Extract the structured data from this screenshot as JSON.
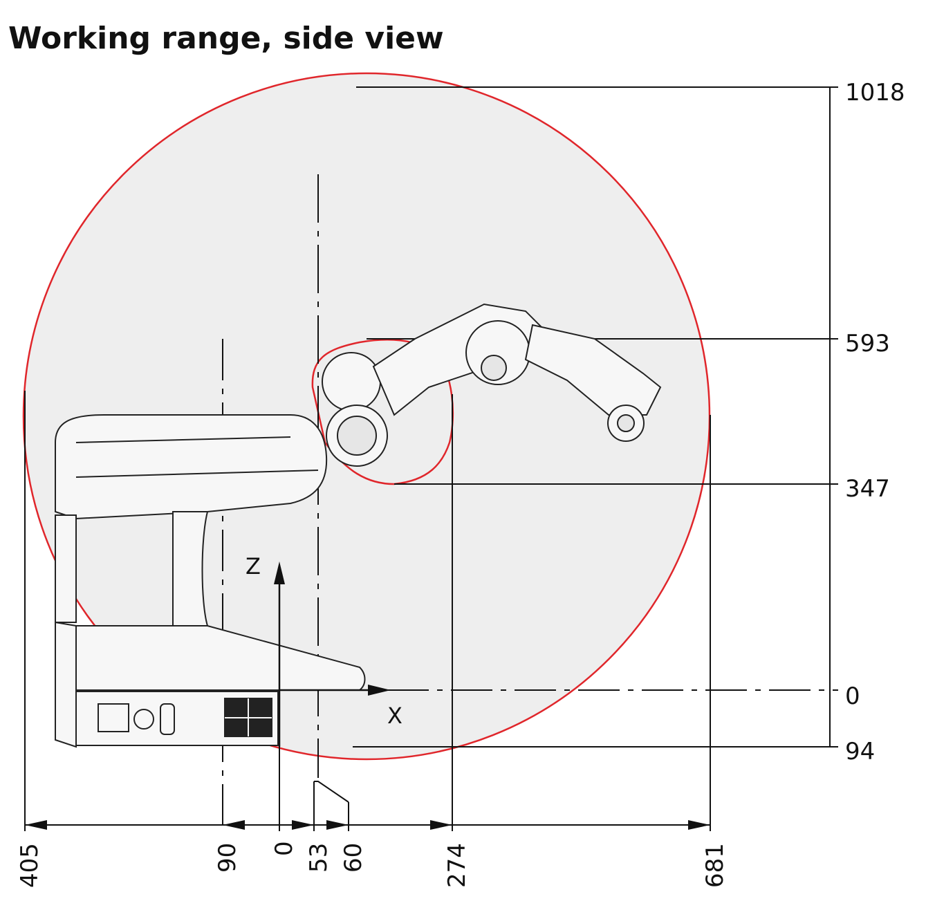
{
  "title": "Working range, side view",
  "colors": {
    "envelope_stroke": "#e0262b",
    "envelope_fill": "#eeeeee",
    "line": "#111111",
    "robot_fill": "#f7f7f7",
    "robot_stroke": "#222222"
  },
  "axes": {
    "z": "Z",
    "x": "X"
  },
  "vertical_dims": [
    {
      "label": "1018"
    },
    {
      "label": "593"
    },
    {
      "label": "347"
    },
    {
      "label": "0"
    },
    {
      "label": "94"
    }
  ],
  "horizontal_dims": [
    {
      "label": "405"
    },
    {
      "label": "90"
    },
    {
      "label": "0"
    },
    {
      "label": "53"
    },
    {
      "label": "60"
    },
    {
      "label": "274"
    },
    {
      "label": "681"
    }
  ]
}
